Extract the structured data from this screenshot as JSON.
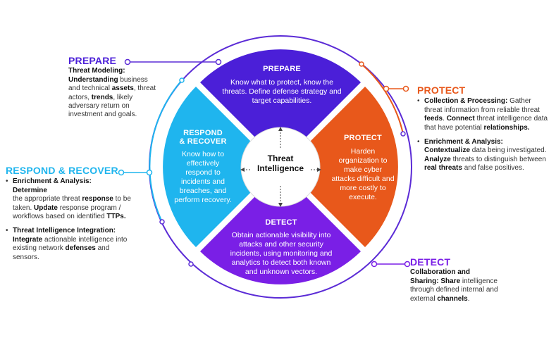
{
  "colors": {
    "prepare": "#4b1fd8",
    "protect": "#e8581b",
    "detect": "#7a1fe6",
    "respond": "#1fb5ee",
    "outer_ring": "#5b2bd6",
    "protect_line": "#e8581b",
    "respond_line": "#1fb5ee"
  },
  "center": {
    "line1": "Threat",
    "line2": "Intelligence"
  },
  "segments": {
    "prepare": {
      "title": "PREPARE",
      "body": "Know what to protect, know the threats. Define defense strategy and target capabilities."
    },
    "protect": {
      "title": "PROTECT",
      "body": "Harden organization to make cyber attacks difficult and more costly to execute."
    },
    "detect": {
      "title": "DETECT",
      "body": "Obtain actionable visibility into attacks and other security incidents, using monitoring and analytics to detect both known and unknown vectors."
    },
    "respond": {
      "title_line1": "RESPOND",
      "title_line2": "& RECOVER",
      "body": "Know how to effectively respond to incidents and breaches, and perform recovery."
    }
  },
  "callouts": {
    "prepare": {
      "title": "PREPARE",
      "p1": "Threat Modeling:",
      "p2": "Understanding",
      "t1": " business and technical ",
      "b1": "assets",
      "t2": ", threat actors, ",
      "b2": "trends",
      "t3": ", likely adversary return on investment and goals."
    },
    "protect": {
      "title": "PROTECT",
      "i1_b1": "Collection & Processing:",
      "i1_t1": " Gather threat information from reliable threat ",
      "i1_b2": "feeds",
      "i1_t2": ". ",
      "i1_b3": "Connect",
      "i1_t3": " threat intelligence data that have potential ",
      "i1_b4": "relationships.",
      "i2_b1": "Enrichment & Analysis:",
      "i2_b2": "Contextualize",
      "i2_t1": " data being investigated. ",
      "i2_b3": "Analyze",
      "i2_t2": " threats to distinguish between ",
      "i2_b4": "real threats",
      "i2_t3": " and false positives."
    },
    "respond": {
      "title": "RESPOND & RECOVER",
      "i1_b1": "Enrichment & Analysis:",
      "i1_b2": "Determine",
      "i1_t1": " the appropriate threat ",
      "i1_b3": "response",
      "i1_t2": " to be taken. ",
      "i1_b4": "Update",
      "i1_t3": " response program / workflows based on identified ",
      "i1_b5": "TTPs.",
      "i2_b1": "Threat Intelligence Integration:",
      "i2_b2": "Integrate",
      "i2_t1": " actionable intelligence into existing network ",
      "i2_b3": "defenses",
      "i2_t2": " and sensors."
    },
    "detect": {
      "title": "DETECT",
      "b1": "Collaboration and Sharing: Share",
      "t1": " intelligence through defined internal and external ",
      "b2": "channels",
      "t2": "."
    }
  }
}
